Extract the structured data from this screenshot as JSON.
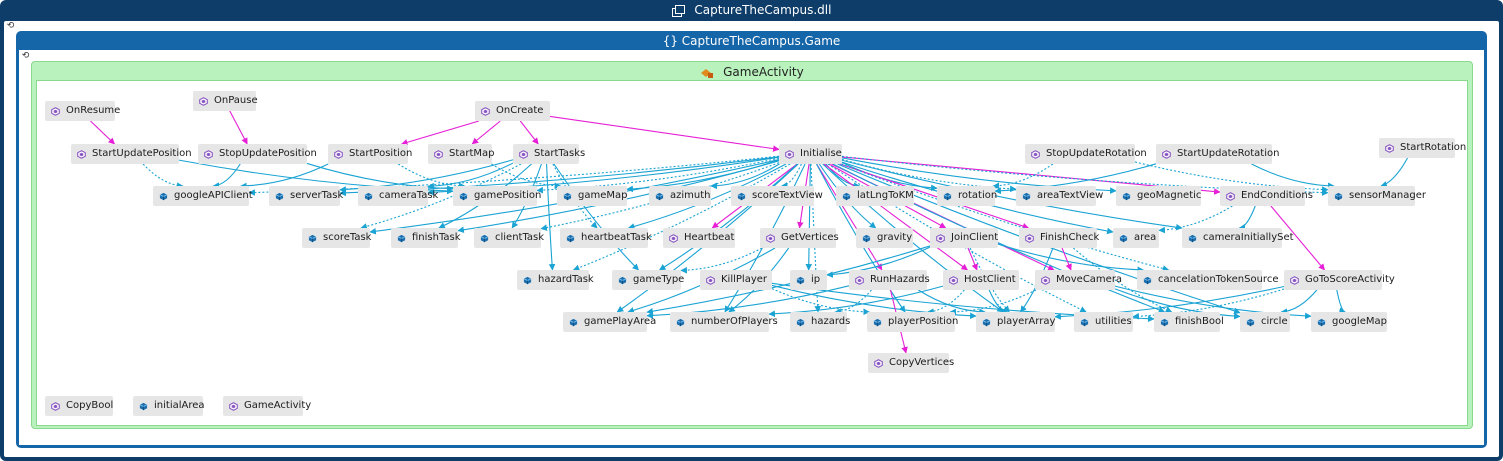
{
  "assembly": {
    "title": "CaptureTheCampus.dll",
    "icon": "assembly-icon"
  },
  "namespace": {
    "title": "{} CaptureTheCampus.Game",
    "icon": "namespace-icon"
  },
  "class": {
    "title": "GameActivity",
    "icon": "class-icon"
  },
  "colors": {
    "assembly_frame": "#0d3d68",
    "namespace_frame": "#1565a9",
    "class_frame": "#b9f2bd",
    "node_fill": "#e6e6e6",
    "method_icon": "#8a57c2",
    "field_icon": "#1b6fae",
    "call_edge": "#e520d6",
    "access_edge": "#1aa3d3"
  },
  "nodes": [
    {
      "id": "OnResume",
      "label": "OnResume",
      "kind": "method"
    },
    {
      "id": "OnPause",
      "label": "OnPause",
      "kind": "method"
    },
    {
      "id": "OnCreate",
      "label": "OnCreate",
      "kind": "method"
    },
    {
      "id": "StartUpdatePosition",
      "label": "StartUpdatePosition",
      "kind": "method"
    },
    {
      "id": "StopUpdatePosition",
      "label": "StopUpdatePosition",
      "kind": "method"
    },
    {
      "id": "StartPosition",
      "label": "StartPosition",
      "kind": "method"
    },
    {
      "id": "StartMap",
      "label": "StartMap",
      "kind": "method"
    },
    {
      "id": "StartTasks",
      "label": "StartTasks",
      "kind": "method"
    },
    {
      "id": "Initialise",
      "label": "Initialise",
      "kind": "method"
    },
    {
      "id": "StopUpdateRotation",
      "label": "StopUpdateRotation",
      "kind": "method"
    },
    {
      "id": "StartUpdateRotation",
      "label": "StartUpdateRotation",
      "kind": "method"
    },
    {
      "id": "StartRotation",
      "label": "StartRotation",
      "kind": "method"
    },
    {
      "id": "googleAPIClient",
      "label": "googleAPIClient",
      "kind": "field"
    },
    {
      "id": "serverTask",
      "label": "serverTask",
      "kind": "field"
    },
    {
      "id": "cameraTask",
      "label": "cameraTask",
      "kind": "field"
    },
    {
      "id": "gamePosition",
      "label": "gamePosition",
      "kind": "field"
    },
    {
      "id": "gameMap",
      "label": "gameMap",
      "kind": "field"
    },
    {
      "id": "azimuth",
      "label": "azimuth",
      "kind": "field"
    },
    {
      "id": "scoreTextView",
      "label": "scoreTextView",
      "kind": "field"
    },
    {
      "id": "latLngToKM",
      "label": "latLngToKM",
      "kind": "field"
    },
    {
      "id": "rotation",
      "label": "rotation",
      "kind": "field"
    },
    {
      "id": "areaTextView",
      "label": "areaTextView",
      "kind": "field"
    },
    {
      "id": "geoMagnetic",
      "label": "geoMagnetic",
      "kind": "field"
    },
    {
      "id": "EndConditions",
      "label": "EndConditions",
      "kind": "method"
    },
    {
      "id": "sensorManager",
      "label": "sensorManager",
      "kind": "field"
    },
    {
      "id": "scoreTask",
      "label": "scoreTask",
      "kind": "field"
    },
    {
      "id": "finishTask",
      "label": "finishTask",
      "kind": "field"
    },
    {
      "id": "clientTask",
      "label": "clientTask",
      "kind": "field"
    },
    {
      "id": "heartbeatTask",
      "label": "heartbeatTask",
      "kind": "field"
    },
    {
      "id": "Heartbeat",
      "label": "Heartbeat",
      "kind": "method"
    },
    {
      "id": "GetVertices",
      "label": "GetVertices",
      "kind": "method"
    },
    {
      "id": "gravity",
      "label": "gravity",
      "kind": "field"
    },
    {
      "id": "JoinClient",
      "label": "JoinClient",
      "kind": "method"
    },
    {
      "id": "FinishCheck",
      "label": "FinishCheck",
      "kind": "method"
    },
    {
      "id": "area",
      "label": "area",
      "kind": "field"
    },
    {
      "id": "cameraInitiallySet",
      "label": "cameraInitiallySet",
      "kind": "field"
    },
    {
      "id": "hazardTask",
      "label": "hazardTask",
      "kind": "field"
    },
    {
      "id": "gameType",
      "label": "gameType",
      "kind": "field"
    },
    {
      "id": "KillPlayer",
      "label": "KillPlayer",
      "kind": "method"
    },
    {
      "id": "ip",
      "label": "ip",
      "kind": "field"
    },
    {
      "id": "RunHazards",
      "label": "RunHazards",
      "kind": "method"
    },
    {
      "id": "HostClient",
      "label": "HostClient",
      "kind": "method"
    },
    {
      "id": "MoveCamera",
      "label": "MoveCamera",
      "kind": "method"
    },
    {
      "id": "cancelationTokenSource",
      "label": "cancelationTokenSource",
      "kind": "field"
    },
    {
      "id": "GoToScoreActivity",
      "label": "GoToScoreActivity",
      "kind": "method"
    },
    {
      "id": "gamePlayArea",
      "label": "gamePlayArea",
      "kind": "field"
    },
    {
      "id": "numberOfPlayers",
      "label": "numberOfPlayers",
      "kind": "field"
    },
    {
      "id": "hazards",
      "label": "hazards",
      "kind": "field"
    },
    {
      "id": "playerPosition",
      "label": "playerPosition",
      "kind": "field"
    },
    {
      "id": "playerArray",
      "label": "playerArray",
      "kind": "field"
    },
    {
      "id": "utilities",
      "label": "utilities",
      "kind": "field"
    },
    {
      "id": "finishBool",
      "label": "finishBool",
      "kind": "field"
    },
    {
      "id": "circle",
      "label": "circle",
      "kind": "field"
    },
    {
      "id": "googleMap",
      "label": "googleMap",
      "kind": "field"
    },
    {
      "id": "CopyVertices",
      "label": "CopyVertices",
      "kind": "method"
    },
    {
      "id": "CopyBool",
      "label": "CopyBool",
      "kind": "method"
    },
    {
      "id": "initialArea",
      "label": "initialArea",
      "kind": "field"
    },
    {
      "id": "GameActivity",
      "label": "GameActivity",
      "kind": "method"
    }
  ],
  "edges": [
    {
      "from": "OnResume",
      "to": "StartUpdatePosition",
      "kind": "call"
    },
    {
      "from": "OnPause",
      "to": "StopUpdatePosition",
      "kind": "call"
    },
    {
      "from": "OnCreate",
      "to": "StartPosition",
      "kind": "call"
    },
    {
      "from": "OnCreate",
      "to": "StartMap",
      "kind": "call"
    },
    {
      "from": "OnCreate",
      "to": "StartTasks",
      "kind": "call"
    },
    {
      "from": "OnCreate",
      "to": "Initialise",
      "kind": "call"
    },
    {
      "from": "StartUpdatePosition",
      "to": "googleAPIClient",
      "kind": "access"
    },
    {
      "from": "StopUpdatePosition",
      "to": "googleAPIClient",
      "kind": "access"
    },
    {
      "from": "StartPosition",
      "to": "googleAPIClient",
      "kind": "access"
    },
    {
      "from": "StartPosition",
      "to": "gamePosition",
      "kind": "access"
    },
    {
      "from": "StartUpdatePosition",
      "to": "gamePosition",
      "kind": "access"
    },
    {
      "from": "StopUpdatePosition",
      "to": "gamePosition",
      "kind": "access"
    },
    {
      "from": "StartMap",
      "to": "gameMap",
      "kind": "access"
    },
    {
      "from": "StartTasks",
      "to": "serverTask",
      "kind": "access"
    },
    {
      "from": "StartTasks",
      "to": "cameraTask",
      "kind": "access"
    },
    {
      "from": "StartTasks",
      "to": "scoreTask",
      "kind": "access"
    },
    {
      "from": "StartTasks",
      "to": "finishTask",
      "kind": "access"
    },
    {
      "from": "StartTasks",
      "to": "clientTask",
      "kind": "access"
    },
    {
      "from": "StartTasks",
      "to": "heartbeatTask",
      "kind": "access"
    },
    {
      "from": "StartTasks",
      "to": "hazardTask",
      "kind": "access"
    },
    {
      "from": "StartTasks",
      "to": "gameType",
      "kind": "access"
    },
    {
      "from": "Initialise",
      "to": "googleAPIClient",
      "kind": "access"
    },
    {
      "from": "Initialise",
      "to": "serverTask",
      "kind": "access"
    },
    {
      "from": "Initialise",
      "to": "cameraTask",
      "kind": "access"
    },
    {
      "from": "Initialise",
      "to": "gamePosition",
      "kind": "access"
    },
    {
      "from": "Initialise",
      "to": "gameMap",
      "kind": "access"
    },
    {
      "from": "Initialise",
      "to": "azimuth",
      "kind": "access"
    },
    {
      "from": "Initialise",
      "to": "scoreTextView",
      "kind": "access"
    },
    {
      "from": "Initialise",
      "to": "latLngToKM",
      "kind": "access"
    },
    {
      "from": "Initialise",
      "to": "rotation",
      "kind": "access"
    },
    {
      "from": "Initialise",
      "to": "areaTextView",
      "kind": "access"
    },
    {
      "from": "Initialise",
      "to": "geoMagnetic",
      "kind": "access"
    },
    {
      "from": "Initialise",
      "to": "EndConditions",
      "kind": "call"
    },
    {
      "from": "Initialise",
      "to": "sensorManager",
      "kind": "access"
    },
    {
      "from": "Initialise",
      "to": "scoreTask",
      "kind": "access"
    },
    {
      "from": "Initialise",
      "to": "finishTask",
      "kind": "access"
    },
    {
      "from": "Initialise",
      "to": "clientTask",
      "kind": "access"
    },
    {
      "from": "Initialise",
      "to": "heartbeatTask",
      "kind": "access"
    },
    {
      "from": "Initialise",
      "to": "Heartbeat",
      "kind": "call"
    },
    {
      "from": "Initialise",
      "to": "GetVertices",
      "kind": "call"
    },
    {
      "from": "Initialise",
      "to": "gravity",
      "kind": "access"
    },
    {
      "from": "Initialise",
      "to": "JoinClient",
      "kind": "call"
    },
    {
      "from": "Initialise",
      "to": "FinishCheck",
      "kind": "call"
    },
    {
      "from": "Initialise",
      "to": "area",
      "kind": "access"
    },
    {
      "from": "Initialise",
      "to": "cameraInitiallySet",
      "kind": "access"
    },
    {
      "from": "Initialise",
      "to": "hazardTask",
      "kind": "access"
    },
    {
      "from": "Initialise",
      "to": "gameType",
      "kind": "access"
    },
    {
      "from": "Initialise",
      "to": "ip",
      "kind": "access"
    },
    {
      "from": "Initialise",
      "to": "RunHazards",
      "kind": "call"
    },
    {
      "from": "Initialise",
      "to": "HostClient",
      "kind": "call"
    },
    {
      "from": "Initialise",
      "to": "MoveCamera",
      "kind": "call"
    },
    {
      "from": "Initialise",
      "to": "cancelationTokenSource",
      "kind": "access"
    },
    {
      "from": "Initialise",
      "to": "gamePlayArea",
      "kind": "access"
    },
    {
      "from": "Initialise",
      "to": "numberOfPlayers",
      "kind": "access"
    },
    {
      "from": "Initialise",
      "to": "hazards",
      "kind": "access"
    },
    {
      "from": "Initialise",
      "to": "playerPosition",
      "kind": "access"
    },
    {
      "from": "Initialise",
      "to": "playerArray",
      "kind": "access"
    },
    {
      "from": "Initialise",
      "to": "utilities",
      "kind": "access"
    },
    {
      "from": "Initialise",
      "to": "finishBool",
      "kind": "access"
    },
    {
      "from": "Initialise",
      "to": "circle",
      "kind": "access"
    },
    {
      "from": "StopUpdateRotation",
      "to": "sensorManager",
      "kind": "access"
    },
    {
      "from": "StartUpdateRotation",
      "to": "sensorManager",
      "kind": "access"
    },
    {
      "from": "StartRotation",
      "to": "sensorManager",
      "kind": "access"
    },
    {
      "from": "StopUpdateRotation",
      "to": "rotation",
      "kind": "access"
    },
    {
      "from": "StartUpdateRotation",
      "to": "rotation",
      "kind": "access"
    },
    {
      "from": "EndConditions",
      "to": "GoToScoreActivity",
      "kind": "call"
    },
    {
      "from": "EndConditions",
      "to": "area",
      "kind": "access"
    },
    {
      "from": "EndConditions",
      "to": "cameraInitiallySet",
      "kind": "access"
    },
    {
      "from": "GetVertices",
      "to": "gamePlayArea",
      "kind": "access"
    },
    {
      "from": "GetVertices",
      "to": "gameType",
      "kind": "access"
    },
    {
      "from": "GetVertices",
      "to": "numberOfPlayers",
      "kind": "access"
    },
    {
      "from": "KillPlayer",
      "to": "playerArray",
      "kind": "access"
    },
    {
      "from": "KillPlayer",
      "to": "playerPosition",
      "kind": "access"
    },
    {
      "from": "KillPlayer",
      "to": "finishBool",
      "kind": "access"
    },
    {
      "from": "RunHazards",
      "to": "CopyVertices",
      "kind": "call"
    },
    {
      "from": "RunHazards",
      "to": "hazards",
      "kind": "access"
    },
    {
      "from": "RunHazards",
      "to": "gamePlayArea",
      "kind": "access"
    },
    {
      "from": "RunHazards",
      "to": "playerArray",
      "kind": "access"
    },
    {
      "from": "JoinClient",
      "to": "HostClient",
      "kind": "call"
    },
    {
      "from": "JoinClient",
      "to": "gamePlayArea",
      "kind": "access"
    },
    {
      "from": "JoinClient",
      "to": "ip",
      "kind": "access"
    },
    {
      "from": "JoinClient",
      "to": "playerArray",
      "kind": "access"
    },
    {
      "from": "JoinClient",
      "to": "cancelationTokenSource",
      "kind": "access"
    },
    {
      "from": "HostClient",
      "to": "playerArray",
      "kind": "access"
    },
    {
      "from": "HostClient",
      "to": "playerPosition",
      "kind": "access"
    },
    {
      "from": "HostClient",
      "to": "numberOfPlayers",
      "kind": "access"
    },
    {
      "from": "FinishCheck",
      "to": "MoveCamera",
      "kind": "call"
    },
    {
      "from": "FinishCheck",
      "to": "finishBool",
      "kind": "access"
    },
    {
      "from": "FinishCheck",
      "to": "playerArray",
      "kind": "access"
    },
    {
      "from": "MoveCamera",
      "to": "googleMap",
      "kind": "access"
    },
    {
      "from": "MoveCamera",
      "to": "playerPosition",
      "kind": "access"
    },
    {
      "from": "MoveCamera",
      "to": "circle",
      "kind": "access"
    },
    {
      "from": "GoToScoreActivity",
      "to": "playerArray",
      "kind": "access"
    },
    {
      "from": "GoToScoreActivity",
      "to": "utilities",
      "kind": "access"
    },
    {
      "from": "GoToScoreActivity",
      "to": "circle",
      "kind": "access"
    },
    {
      "from": "GoToScoreActivity",
      "to": "googleMap",
      "kind": "access"
    }
  ]
}
